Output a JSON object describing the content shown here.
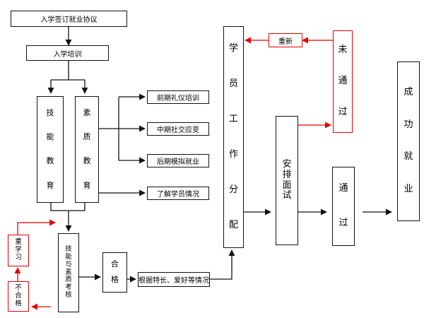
{
  "colors": {
    "line": "#111111",
    "accent": "#e60000",
    "background": "#ffffff"
  },
  "nodes": {
    "sign_agreement": "入学签订就业协议",
    "orientation": "入学培训",
    "skill_education": "技能教育",
    "quality_education": "素质教育",
    "etiquette_training": "前期礼仪培训",
    "social_skills": "中期社交应变",
    "mock_employment": "后期模拟就业",
    "know_students": "了解学员情况",
    "assessment": "技能与素质考核",
    "qualified": "合格",
    "unqualified": "不合格",
    "relearn": "重学习",
    "by_specialty": "根据特长、爱好等情况",
    "job_assignment": "学员工作分配",
    "arrange_interview": "安排面试",
    "not_passed": "未通过",
    "retry": "重新",
    "passed": "通过",
    "employed": "成功就业"
  }
}
